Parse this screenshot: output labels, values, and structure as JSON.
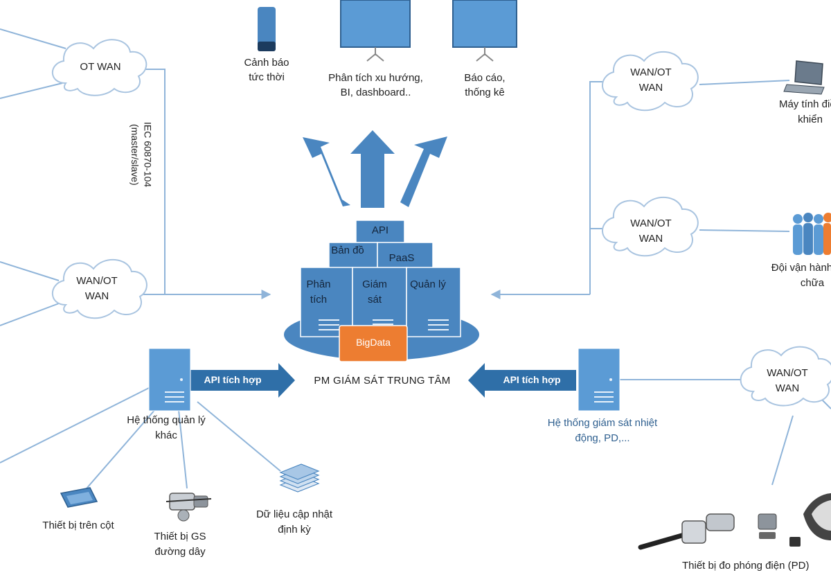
{
  "center": {
    "title": "PM GIÁM SÁT TRUNG TÂM",
    "modules": {
      "api": "API",
      "map": "Bản đồ",
      "paas": "PaaS",
      "analysis": "Phân tích",
      "monitor": "Giám sát",
      "manage": "Quản lý",
      "bigdata": "BigData"
    }
  },
  "outputs": {
    "alert": "Cảnh báo tức thời",
    "trend": "Phân tích xu hướng, BI, dashboard..",
    "report": "Báo cáo, thống kê"
  },
  "clouds": {
    "ot_wan": "OT WAN",
    "wan_left": "WAN/OT WAN",
    "wan_right_top": "WAN/OT WAN",
    "wan_right_mid": "WAN/OT WAN",
    "wan_right_bottom": "WAN/OT WAN"
  },
  "protocol": {
    "line1": "IEC 60870-104",
    "line2": "(master/slave)"
  },
  "integrations": {
    "api_left": "API tích hợp",
    "api_right": "API tích hợp"
  },
  "systems": {
    "other_management": "Hệ thống quản lý khác",
    "thermal_monitoring": "Hệ thống giám sát nhiệt động, PD,..."
  },
  "devices": {
    "pole_device": "Thiết bị trên cột",
    "line_monitor": "Thiết bị GS đường dây",
    "periodic_data": "Dữ liệu cập nhật định kỳ",
    "control_pc": "Máy tính điều khiển",
    "repair_team": "Đội vận hành sửa chữa",
    "pd_meter": "Thiết bị đo phóng điện (PD)"
  },
  "colors": {
    "primary_blue": "#5b9bd5",
    "dark_blue": "#2e5f8f",
    "line_blue": "#8fb4d9",
    "bigdata_orange": "#ed7d31"
  }
}
